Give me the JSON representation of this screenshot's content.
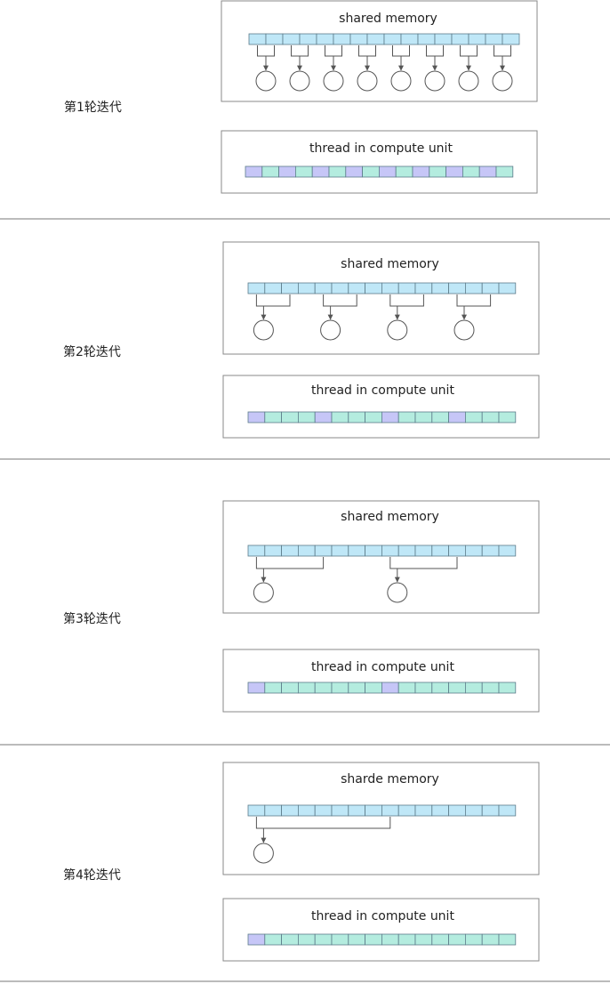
{
  "colors": {
    "memory_cell": "#bfe7f7",
    "thread_active": "#c6c6f7",
    "thread_idle": "#b4ecdf",
    "cell_stroke": "#5c7c8a",
    "box_stroke": "#8a8a8a",
    "bracket_stroke": "#555555",
    "separator": "#777777"
  },
  "iterations": [
    {
      "label": "第1轮迭代",
      "memory_title": "shared memory",
      "thread_title": "thread in compute unit",
      "reduction_stride": 1,
      "active_threads": [
        0,
        2,
        4,
        6,
        8,
        10,
        12,
        14
      ]
    },
    {
      "label": "第2轮迭代",
      "memory_title": "shared memory",
      "thread_title": "thread in compute unit",
      "reduction_stride": 2,
      "active_threads": [
        0,
        4,
        8,
        12
      ]
    },
    {
      "label": "第3轮迭代",
      "memory_title": "shared memory",
      "thread_title": "thread in compute unit",
      "reduction_stride": 4,
      "active_threads": [
        0,
        8
      ]
    },
    {
      "label": "第4轮迭代",
      "memory_title": "sharde memory",
      "thread_title": "thread in compute unit",
      "reduction_stride": 8,
      "active_threads": [
        0
      ]
    }
  ],
  "cell_count": 16
}
